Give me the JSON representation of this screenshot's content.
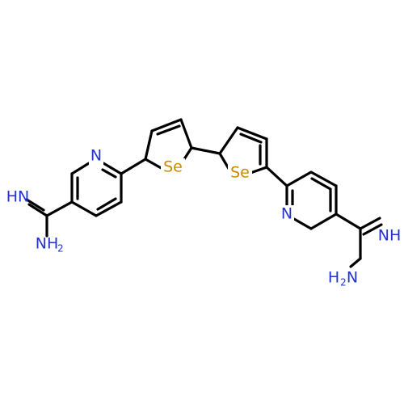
{
  "molecule": {
    "colors": {
      "bond": "#000000",
      "nitrogen": "#2233cc",
      "selenium": "#cc8800",
      "background": "#ffffff"
    },
    "atom_labels": {
      "n_pyridine_left": "N",
      "se_left": "Se",
      "se_right": "Se",
      "n_pyridine_right": "N",
      "imine_left": "HN",
      "amine_left": "NH",
      "amine_left_sub": "2",
      "imine_right": "NH",
      "amine_right": "H",
      "amine_right_sub": "2",
      "amine_right_n": "N"
    }
  }
}
